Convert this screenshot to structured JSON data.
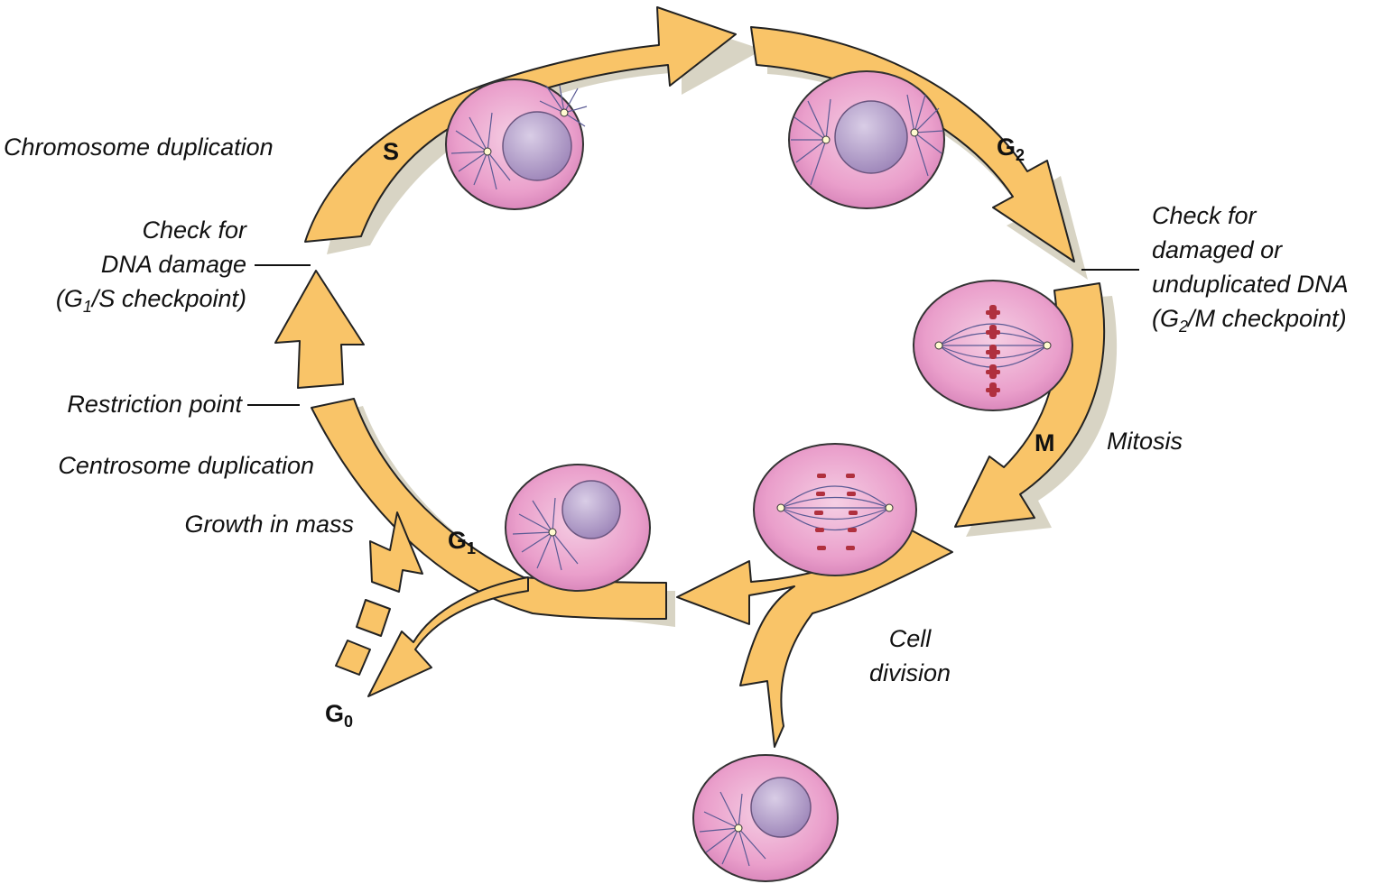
{
  "phases": {
    "s": "S",
    "g2_main": "G",
    "g2_sub": "2",
    "m": "M",
    "g1_main": "G",
    "g1_sub": "1",
    "g0_main": "G",
    "g0_sub": "0"
  },
  "labels": {
    "chromosome_duplication": "Chromosome duplication",
    "check_dna_damage_line1": "Check for",
    "check_dna_damage_line2": "DNA damage",
    "g1s_checkpoint_open": "(G",
    "g1s_checkpoint_sub": "1",
    "g1s_checkpoint_rest": "/S checkpoint)",
    "restriction_point": "Restriction point",
    "centrosome_duplication": "Centrosome duplication",
    "growth_in_mass": "Growth in mass",
    "check_damaged_line1": "Check for",
    "check_damaged_line2": "damaged or",
    "check_damaged_line3": "unduplicated DNA",
    "g2m_checkpoint_open": "(G",
    "g2m_checkpoint_sub": "2",
    "g2m_checkpoint_rest": "/M checkpoint)",
    "mitosis": "Mitosis",
    "cell_division_line1": "Cell",
    "cell_division_line2": "division"
  },
  "colors": {
    "arrow_fill": "#f9c468",
    "arrow_stroke": "#222222",
    "arrow_shadow": "#d8d4c4",
    "cell_fill": "#e59cc8",
    "cell_inner": "#f2c4de",
    "nucleus": "#b69ccc",
    "spindle": "#5a5a94",
    "chromosome": "#b0303e",
    "text": "#111111"
  },
  "icons": [
    "cell-icon",
    "nucleus-icon",
    "aster-icon",
    "spindle-icon",
    "chromosome-icon"
  ]
}
